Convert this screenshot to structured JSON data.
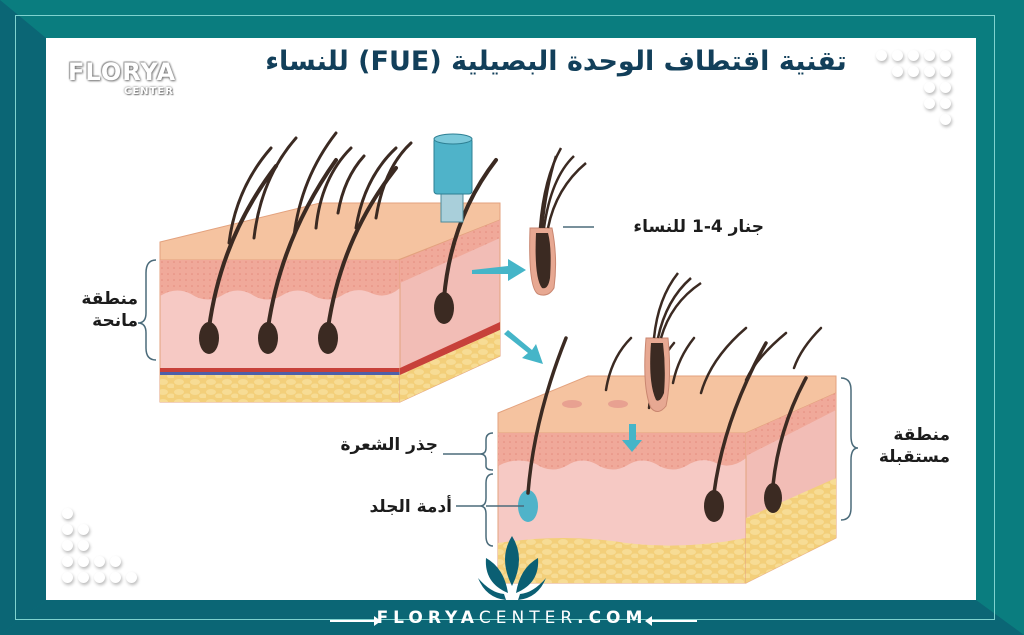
{
  "header": {
    "title": "تقنية اقتطاف الوحدة البصيلية (FUE) للنساء",
    "logo_main": "FLORYA",
    "logo_sub": "CENTER"
  },
  "labels": {
    "donor_area": "منطقة\nمانحة",
    "donor_area_line1": "منطقة",
    "donor_area_line2": "مانحة",
    "graft_women": "جنار 4-1 للنساء",
    "hair_root": "جذر الشعرة",
    "dermis": "أدمة الجلد",
    "recipient_area_line1": "منطقة",
    "recipient_area_line2": "مستقبلة"
  },
  "footer": {
    "brand_bold": "FLORYA",
    "brand_light": "CENTER",
    "brand_suffix": ".COM"
  },
  "colors": {
    "frame_teal": "#0a7d7f",
    "frame_dark_teal": "#0b6675",
    "title_navy": "#123f5a",
    "skin_top": "#f5c3a0",
    "epidermis": "#f0a99a",
    "dermis": "#f6c9c4",
    "fat": "#f3cf7a",
    "hair": "#3b2a22",
    "punch_tool": "#4fb3c9",
    "arrow": "#45b5c8"
  },
  "illustration": {
    "icons": [
      "punch-tool-icon",
      "graft-icon",
      "arrow-icon",
      "lotus-logo-icon"
    ]
  }
}
